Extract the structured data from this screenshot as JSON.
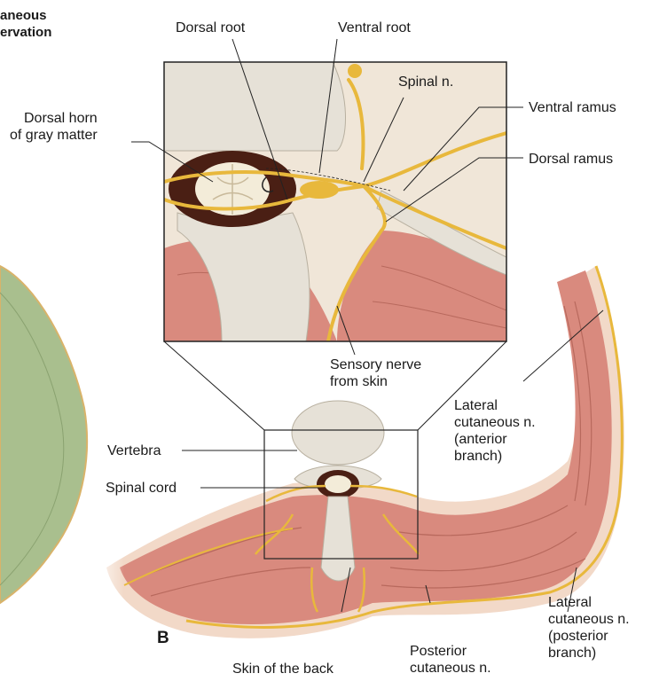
{
  "heading": "aneous\nervation",
  "panel_letter": "B",
  "labels": {
    "dorsal_root": "Dorsal root",
    "ventral_root": "Ventral root",
    "spinal_n": "Spinal n.",
    "ventral_ramus": "Ventral ramus",
    "dorsal_horn": "Dorsal horn\nof gray matter",
    "dorsal_ramus": "Dorsal ramus",
    "sensory_nerve": "Sensory nerve\nfrom skin",
    "lateral_cut_anterior": "Lateral\ncutaneous n.\n(anterior\nbranch)",
    "vertebra": "Vertebra",
    "spinal_cord": "Spinal cord",
    "lateral_cut_posterior": "Lateral\ncutaneous n.\n(posterior\nbranch)",
    "posterior_cut": "Posterior\ncutaneous n.",
    "skin_of_back": "Skin of the back"
  },
  "colors": {
    "bone": "#e6e1d7",
    "muscle": "#d98a7e",
    "nerve": "#e8b83c",
    "dark_canal": "#4a1f14",
    "skin": "#f2d9c8",
    "green_limb": "#a9bf8e"
  }
}
